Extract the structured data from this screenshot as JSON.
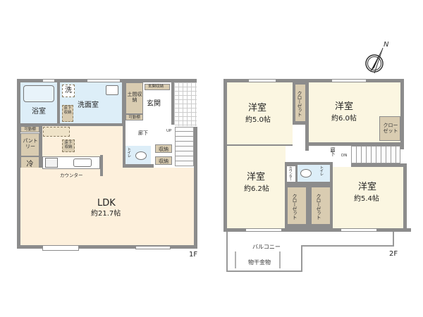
{
  "compass": {
    "label": "N"
  },
  "floor1": {
    "label": "1F",
    "rooms": {
      "bath": "浴室",
      "washer": "洗",
      "washroom": "洗面室",
      "underfloor_wash": "床下収納",
      "adjustable_shelf_wash": "可動棚",
      "doma_storage": "土間収納",
      "adjustable_shelf_doma": "可動棚",
      "entrance_storage": "玄関収納",
      "entrance": "玄関",
      "hallway": "廊下",
      "up": "UP",
      "toilet": "トイレ",
      "storage1": "収納",
      "storage2": "収納",
      "adjustable_shelf_pantry": "可動棚",
      "pantry": "パントリー",
      "fridge": "冷",
      "underfloor_ldk": "床下収納",
      "counter": "カウンター",
      "counter_storage": "カウンター",
      "ldk": "LDK",
      "ldk_size": "約21.7帖"
    }
  },
  "floor2": {
    "label": "2F",
    "rooms": {
      "room1": "洋室",
      "room1_size": "約5.0帖",
      "closet1": "クローゼット",
      "room2": "洋室",
      "room2_size": "約6.0帖",
      "closet2": "クローゼット",
      "hallway": "廊下",
      "dn": "DN",
      "counter": "カウンター",
      "toilet": "トイレ",
      "room3": "洋室",
      "room3_size": "約6.2帖",
      "closet3": "クローゼット",
      "closet4": "クローゼット",
      "room4": "洋室",
      "room4_size": "約5.4帖",
      "balcony": "バルコニー",
      "drying_rack": "物干金物"
    }
  },
  "colors": {
    "wall": "#8c8c8c",
    "ldk_floor": "#fdf0dc",
    "western_room_floor": "#fbf6e1",
    "wet_area": "#ddeef8",
    "storage": "#d9ccb1"
  }
}
